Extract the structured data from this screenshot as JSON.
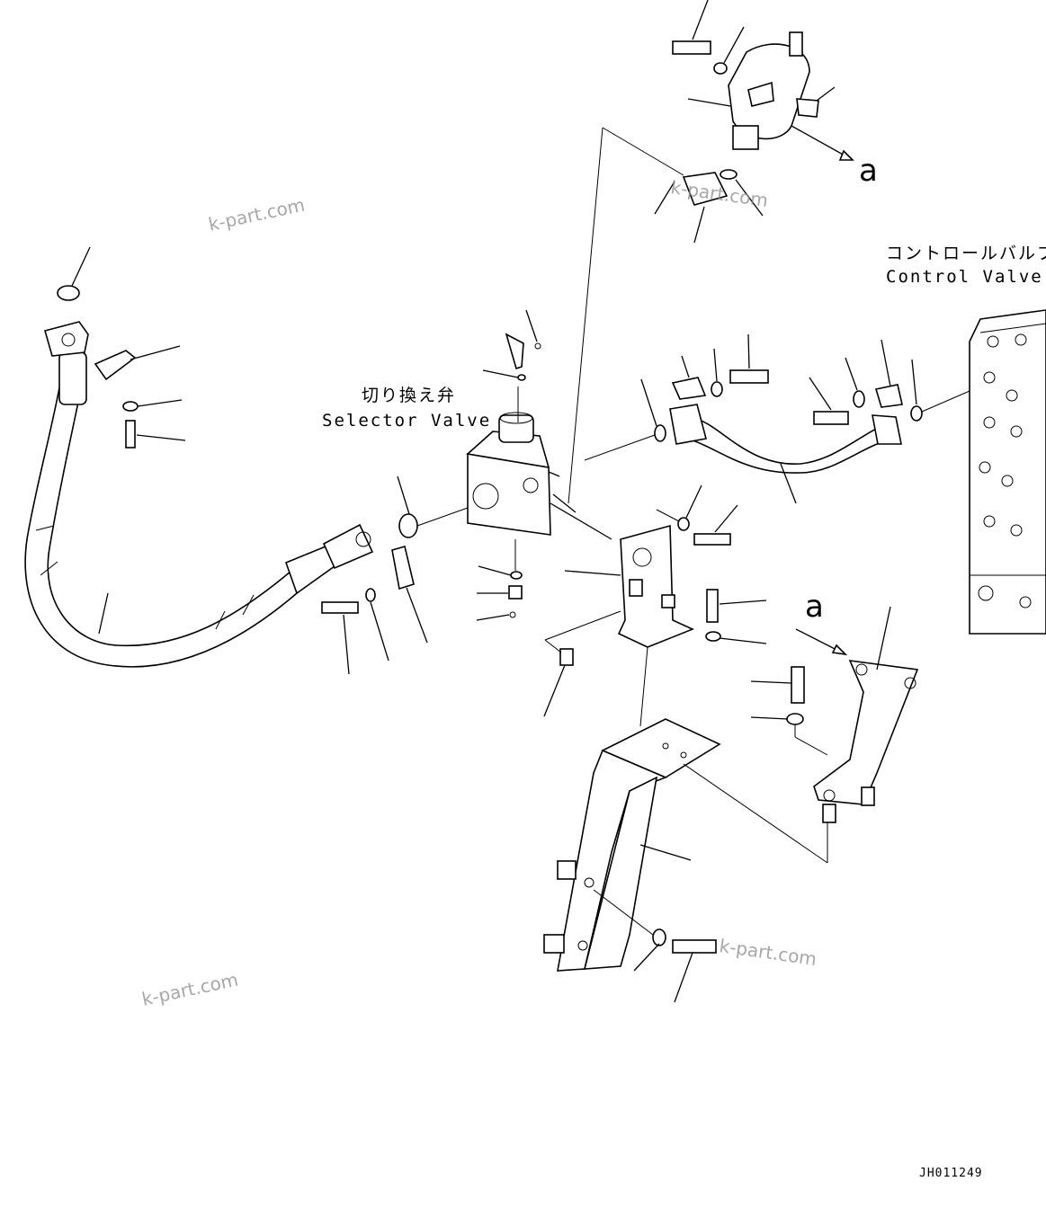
{
  "labels": {
    "selector_valve_jp": "切り換え弁",
    "selector_valve_en": "Selector Valve",
    "control_valve_jp": "コントロールバルブ",
    "control_valve_en": "Control Valve",
    "ref_a_top": "a",
    "ref_a_mid": "a"
  },
  "watermarks": [
    "k-part.com",
    "k-part.com",
    "k-part.com",
    "k-part.com"
  ],
  "drawing_code": "JH011249"
}
